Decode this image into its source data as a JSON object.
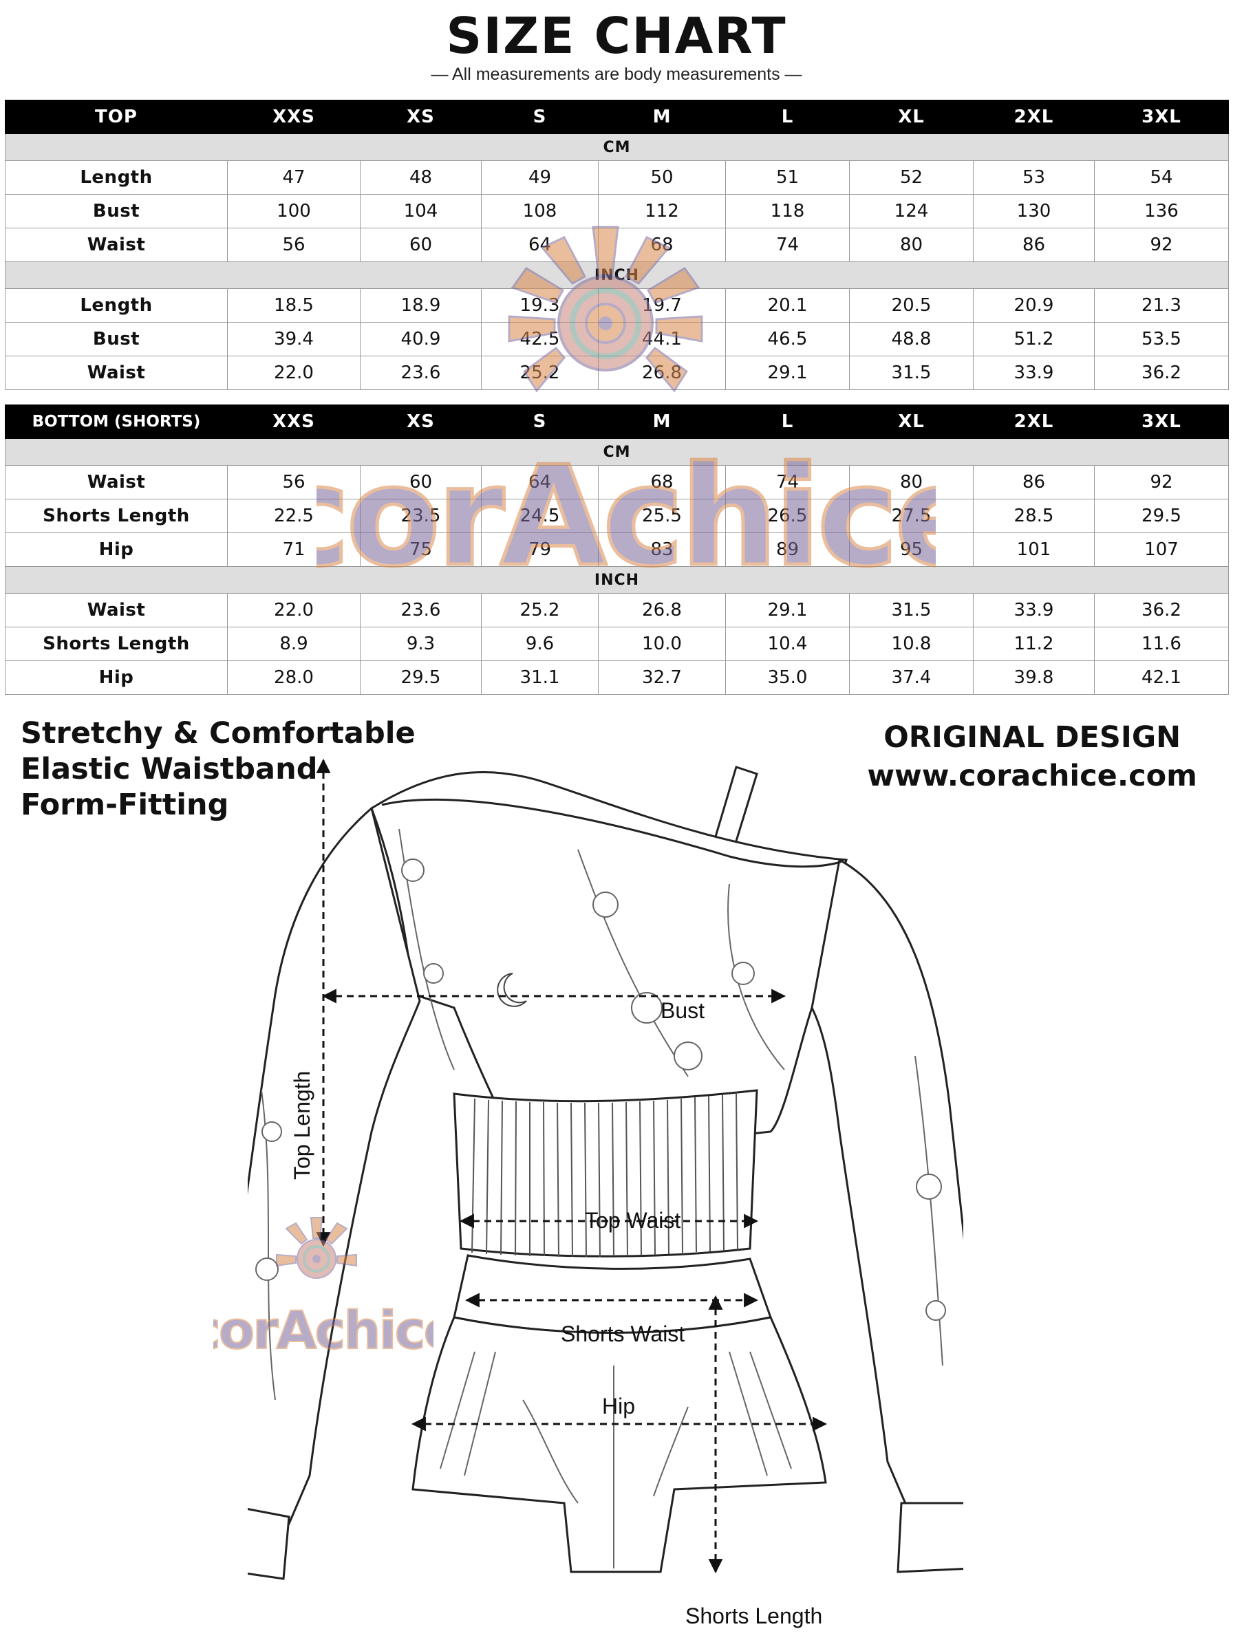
{
  "header": {
    "title": "SIZE CHART",
    "subtitle": "— All measurements are body measurements —"
  },
  "sizes": [
    "XXS",
    "XS",
    "S",
    "M",
    "L",
    "XL",
    "2XL",
    "3XL"
  ],
  "top_table": {
    "title": "TOP",
    "cm_label": "CM",
    "inch_label": "INCH",
    "cm_rows": [
      {
        "label": "Length",
        "values": [
          "47",
          "48",
          "49",
          "50",
          "51",
          "52",
          "53",
          "54"
        ]
      },
      {
        "label": "Bust",
        "values": [
          "100",
          "104",
          "108",
          "112",
          "118",
          "124",
          "130",
          "136"
        ]
      },
      {
        "label": "Waist",
        "values": [
          "56",
          "60",
          "64",
          "68",
          "74",
          "80",
          "86",
          "92"
        ]
      }
    ],
    "inch_rows": [
      {
        "label": "Length",
        "values": [
          "18.5",
          "18.9",
          "19.3",
          "19.7",
          "20.1",
          "20.5",
          "20.9",
          "21.3"
        ]
      },
      {
        "label": "Bust",
        "values": [
          "39.4",
          "40.9",
          "42.5",
          "44.1",
          "46.5",
          "48.8",
          "51.2",
          "53.5"
        ]
      },
      {
        "label": "Waist",
        "values": [
          "22.0",
          "23.6",
          "25.2",
          "26.8",
          "29.1",
          "31.5",
          "33.9",
          "36.2"
        ]
      }
    ]
  },
  "bottom_table": {
    "title": "BOTTOM (SHORTS)",
    "cm_label": "CM",
    "inch_label": "INCH",
    "cm_rows": [
      {
        "label": "Waist",
        "values": [
          "56",
          "60",
          "64",
          "68",
          "74",
          "80",
          "86",
          "92"
        ]
      },
      {
        "label": "Shorts Length",
        "values": [
          "22.5",
          "23.5",
          "24.5",
          "25.5",
          "26.5",
          "27.5",
          "28.5",
          "29.5"
        ]
      },
      {
        "label": "Hip",
        "values": [
          "71",
          "75",
          "79",
          "83",
          "89",
          "95",
          "101",
          "107"
        ]
      }
    ],
    "inch_rows": [
      {
        "label": "Waist",
        "values": [
          "22.0",
          "23.6",
          "25.2",
          "26.8",
          "29.1",
          "31.5",
          "33.9",
          "36.2"
        ]
      },
      {
        "label": "Shorts Length",
        "values": [
          "8.9",
          "9.3",
          "9.6",
          "10.0",
          "10.4",
          "10.8",
          "11.2",
          "11.6"
        ]
      },
      {
        "label": "Hip",
        "values": [
          "28.0",
          "29.5",
          "31.1",
          "32.7",
          "35.0",
          "37.4",
          "39.8",
          "42.1"
        ]
      }
    ]
  },
  "features": [
    "Stretchy & Comfortable",
    "Elastic Waistband",
    "Form-Fitting"
  ],
  "brand": {
    "line1": "ORIGINAL DESIGN",
    "line2": "www.corachice.com"
  },
  "watermark": {
    "text": "corAchice",
    "colors": {
      "orange": "#d98a4e",
      "purple": "#7d6a9a",
      "teal": "#6f9a8c",
      "rose": "#c9857a"
    }
  },
  "diagram": {
    "labels": {
      "bust": "Bust",
      "top_length": "Top Length",
      "top_waist": "Top Waist",
      "shorts_waist": "Shorts Waist",
      "hip": "Hip",
      "shorts_length": "Shorts Length"
    },
    "icons": [
      "cropped-off-shoulder-top-illustration",
      "shorts-illustration",
      "measurement-arrow-icon"
    ]
  }
}
